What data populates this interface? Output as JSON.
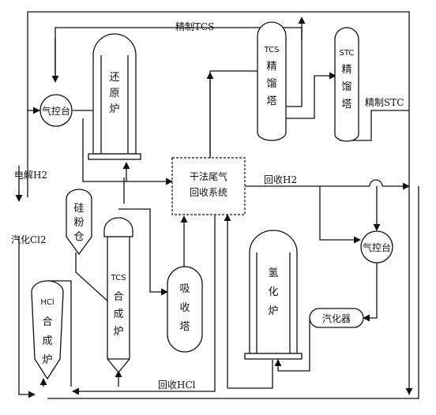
{
  "labels": {
    "refined_tcs": "精制TCS",
    "refined_stc": "精制STC",
    "electrolysis_h2": "电解H2",
    "vaporized_cl2": "汽化Cl2",
    "recovered_h2": "回收H2",
    "recovered_hcl": "回收HCl"
  },
  "equipment": {
    "gas_station_left": "气控台",
    "gas_station_right": "气控台",
    "reduction_furnace": [
      "还",
      "原",
      "炉"
    ],
    "tcs_tower_tag": "TCS",
    "tcs_tower": [
      "精",
      "馏",
      "塔"
    ],
    "stc_tower_tag": "STC",
    "stc_tower": [
      "精",
      "馏",
      "塔"
    ],
    "dry_recovery": [
      "干法尾气",
      "回收系统"
    ],
    "silicon_bin": [
      "硅",
      "粉",
      "仓"
    ],
    "tcs_synth_tag": "TCS",
    "tcs_synth": [
      "合",
      "成",
      "炉"
    ],
    "absorption_tower": [
      "吸",
      "收",
      "塔"
    ],
    "hydrogenation_furnace": [
      "氢",
      "化",
      "炉"
    ],
    "vaporizer": "汽化器",
    "hcl_synth_tag": "HCl",
    "hcl_synth": [
      "合",
      "成",
      "炉"
    ]
  }
}
